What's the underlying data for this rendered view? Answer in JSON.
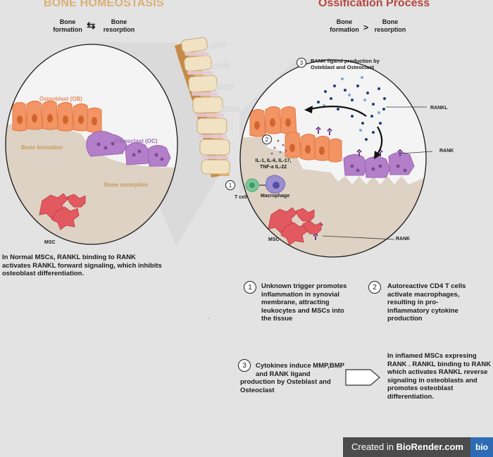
{
  "left": {
    "title": "BONE HOMEOSTASIS",
    "formation": "Bone formation",
    "swap_symbol": "⇆",
    "resorption": "Bone resorption",
    "osteoblast": "Osteoblast (OB)",
    "osteoclast": "Osteoclast (OC)",
    "bone_formation_label": "Bone formation",
    "bone_resorption_label": "Bone resorption",
    "msc": "MSC",
    "note": "In  Normal MSCs, RANKL binding to RANK activates RANKL forward signaling, which inhibits osteoblast differentiation."
  },
  "right": {
    "title": "Ossification Process",
    "formation": "Bone formation",
    "gt_symbol": ">",
    "resorption": "Bone resorption",
    "step3_label": "RANK ligand production by Osteblast and Osteoclast",
    "rankl": "RANKL",
    "rank_top": "RANK",
    "rank_bottom": "RANK",
    "cytokines": "IL-1, IL-6, IL-17, TNF-a IL-22",
    "tcell": "T cell",
    "macrophage": "Macrophage",
    "msc": "MSC"
  },
  "steps": {
    "n1": "1",
    "n2": "2",
    "n3": "3",
    "step1": "Unknown trigger promotes inflammation in synovial membrane, attracting leukocytes and MSCs  into the tissue",
    "step2": "Autoreactive CD4 T cells activate macrophages, resulting in pro-inflammatory cytokine production",
    "step3": "Cytokines induce MMP,BMP  and RANK ligand production by Osteblast and Osteoclast",
    "result": "In inflamed MSCs expresing RANK .  RANKL binding to RANK which activates RANKL reverse signaling in osteoblasts and promotes osteoblast differentiation."
  },
  "footer": {
    "created_in": "Created in ",
    "brand": "BioRender.com",
    "logo": "bio"
  }
}
